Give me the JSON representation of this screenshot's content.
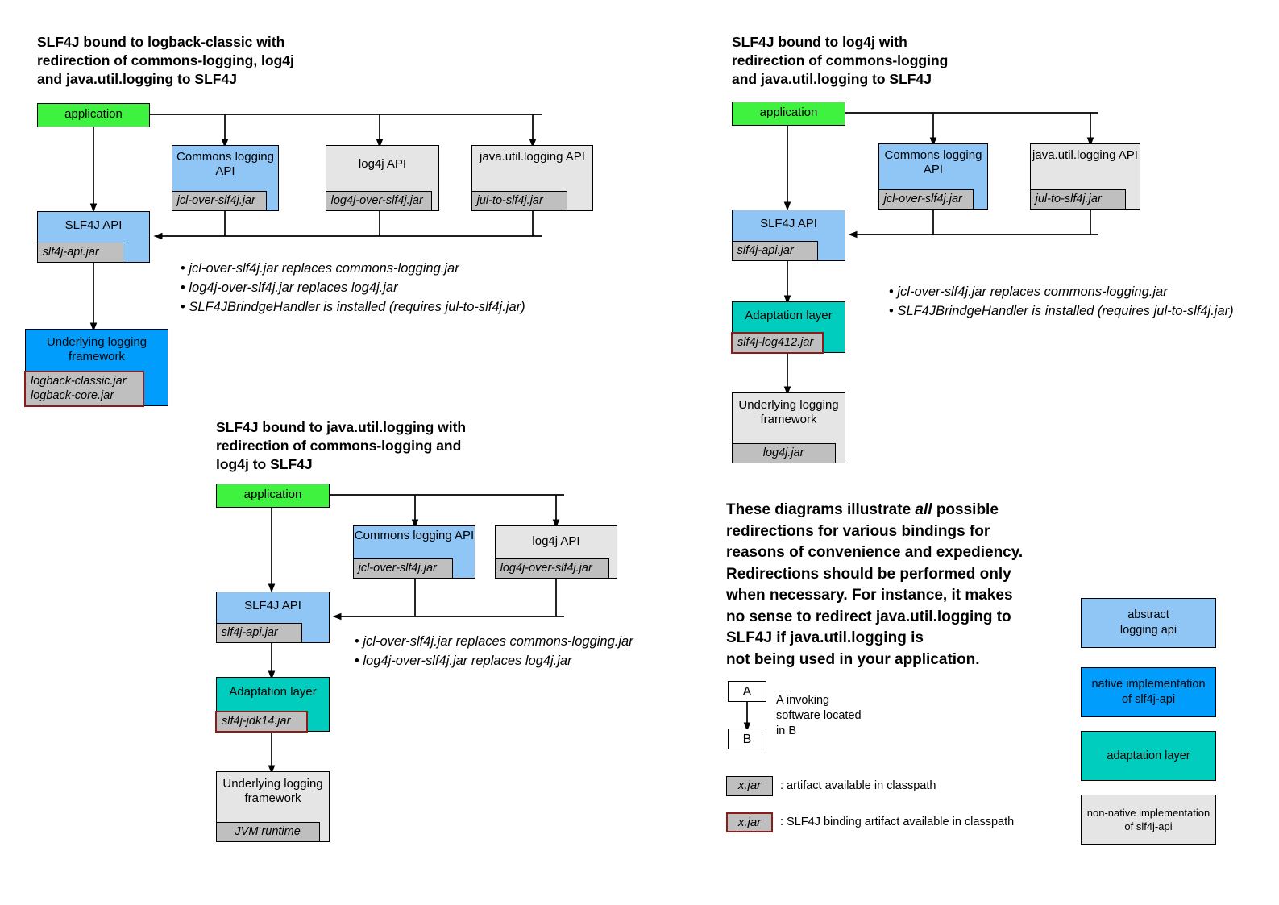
{
  "diagrams": [
    {
      "id": "logback",
      "title": "SLF4J bound to logback-classic with\nredirection of commons-logging, log4j\nand java.util.logging to SLF4J",
      "nodes": {
        "application": {
          "label": "application",
          "kind": "green"
        },
        "commons": {
          "label": "Commons\nlogging API",
          "kind": "abstract-logging-api",
          "jar": "jcl-over-slf4j.jar"
        },
        "log4j": {
          "label": "log4j API",
          "kind": "non-native",
          "jar": "log4j-over-slf4j.jar"
        },
        "jul": {
          "label": "java.util.logging\nAPI",
          "kind": "non-native",
          "jar": "jul-to-slf4j.jar"
        },
        "slf4j": {
          "label": "SLF4J API",
          "kind": "abstract-logging-api",
          "jar": "slf4j-api.jar"
        },
        "underlying": {
          "label": "Underlying logging\nframework",
          "kind": "native",
          "jar": "logback-classic.jar\nlogback-core.jar",
          "jar_binding": true
        }
      },
      "bullets": [
        "jcl-over-slf4j.jar replaces commons-logging.jar",
        "log4j-over-slf4j.jar replaces log4j.jar",
        "SLF4JBrindgeHandler is installed (requires jul-to-slf4j.jar)"
      ]
    },
    {
      "id": "log4j",
      "title": "SLF4J bound to log4j with\nredirection of commons-logging\nand java.util.logging to SLF4J",
      "nodes": {
        "application": {
          "label": "application",
          "kind": "green"
        },
        "commons": {
          "label": "Commons\nlogging API",
          "kind": "abstract-logging-api",
          "jar": "jcl-over-slf4j.jar"
        },
        "jul": {
          "label": "java.util.logging\nAPI",
          "kind": "non-native",
          "jar": "jul-to-slf4j.jar"
        },
        "slf4j": {
          "label": "SLF4J API",
          "kind": "abstract-logging-api",
          "jar": "slf4j-api.jar"
        },
        "adaptation": {
          "label": "Adaptation layer",
          "kind": "adaptation",
          "jar": "slf4j-log412.jar",
          "jar_binding": true
        },
        "underlying": {
          "label": "Underlying\nlogging\nframework",
          "kind": "non-native",
          "jar": "log4j.jar"
        }
      },
      "bullets": [
        "jcl-over-slf4j.jar replaces commons-logging.jar",
        "SLF4JBrindgeHandler is installed (requires jul-to-slf4j.jar)"
      ]
    },
    {
      "id": "jul",
      "title": "SLF4J bound to java.util.logging with\nredirection of commons-logging and\nlog4j to SLF4J",
      "nodes": {
        "application": {
          "label": "application",
          "kind": "green"
        },
        "commons": {
          "label": "Commons\nlogging API",
          "kind": "abstract-logging-api",
          "jar": "jcl-over-slf4j.jar"
        },
        "log4j": {
          "label": "log4j API",
          "kind": "non-native",
          "jar": "log4j-over-slf4j.jar"
        },
        "slf4j": {
          "label": "SLF4J API",
          "kind": "abstract-logging-api",
          "jar": "slf4j-api.jar"
        },
        "adaptation": {
          "label": "Adaptation layer",
          "kind": "adaptation",
          "jar": "slf4j-jdk14.jar",
          "jar_binding": true
        },
        "underlying": {
          "label": "Underlying\nlogging\nframework",
          "kind": "non-native",
          "jar": "JVM runtime"
        }
      },
      "bullets": [
        "jcl-over-slf4j.jar replaces commons-logging.jar",
        "log4j-over-slf4j.jar replaces log4j.jar"
      ]
    }
  ],
  "note": {
    "text_before_italic": "These diagrams illustrate ",
    "italic_word": "all",
    "text_after_italic": " possible\nredirections for various bindings for\nreasons of convenience and expediency.\nRedirections should be performed only\nwhen necessary. For instance, it makes\nno sense to redirect java.util.logging to\nSLF4J if java.util.logging is\nnot being used in your application."
  },
  "legend": {
    "invocation": {
      "box_a": "A",
      "box_b": "B",
      "caption": "A invoking\nsoftware located\nin B"
    },
    "artifact": {
      "chip": "x.jar",
      "caption": ": artifact available in classpath"
    },
    "binding_artifact": {
      "chip": "x.jar",
      "caption": ": SLF4J binding artifact available in classpath"
    },
    "swatches": [
      {
        "label": "abstract\nlogging api",
        "color": "#8fc6f5"
      },
      {
        "label": "native implementation\nof slf4j-api",
        "color": "#009dfd"
      },
      {
        "label": "adaptation layer",
        "color": "#00cdbe"
      },
      {
        "label": "non-native implementation\nof slf4j-api",
        "color": "#e5e5e5"
      }
    ]
  },
  "colors": {
    "application": "#3ff23f",
    "abstract_logging_api": "#8fc6f5",
    "native_impl": "#009dfd",
    "adaptation_layer": "#00cdbe",
    "non_native_impl": "#e5e5e5",
    "jar_chip": "#bfbfbf",
    "binding_border": "#8b1d18"
  }
}
